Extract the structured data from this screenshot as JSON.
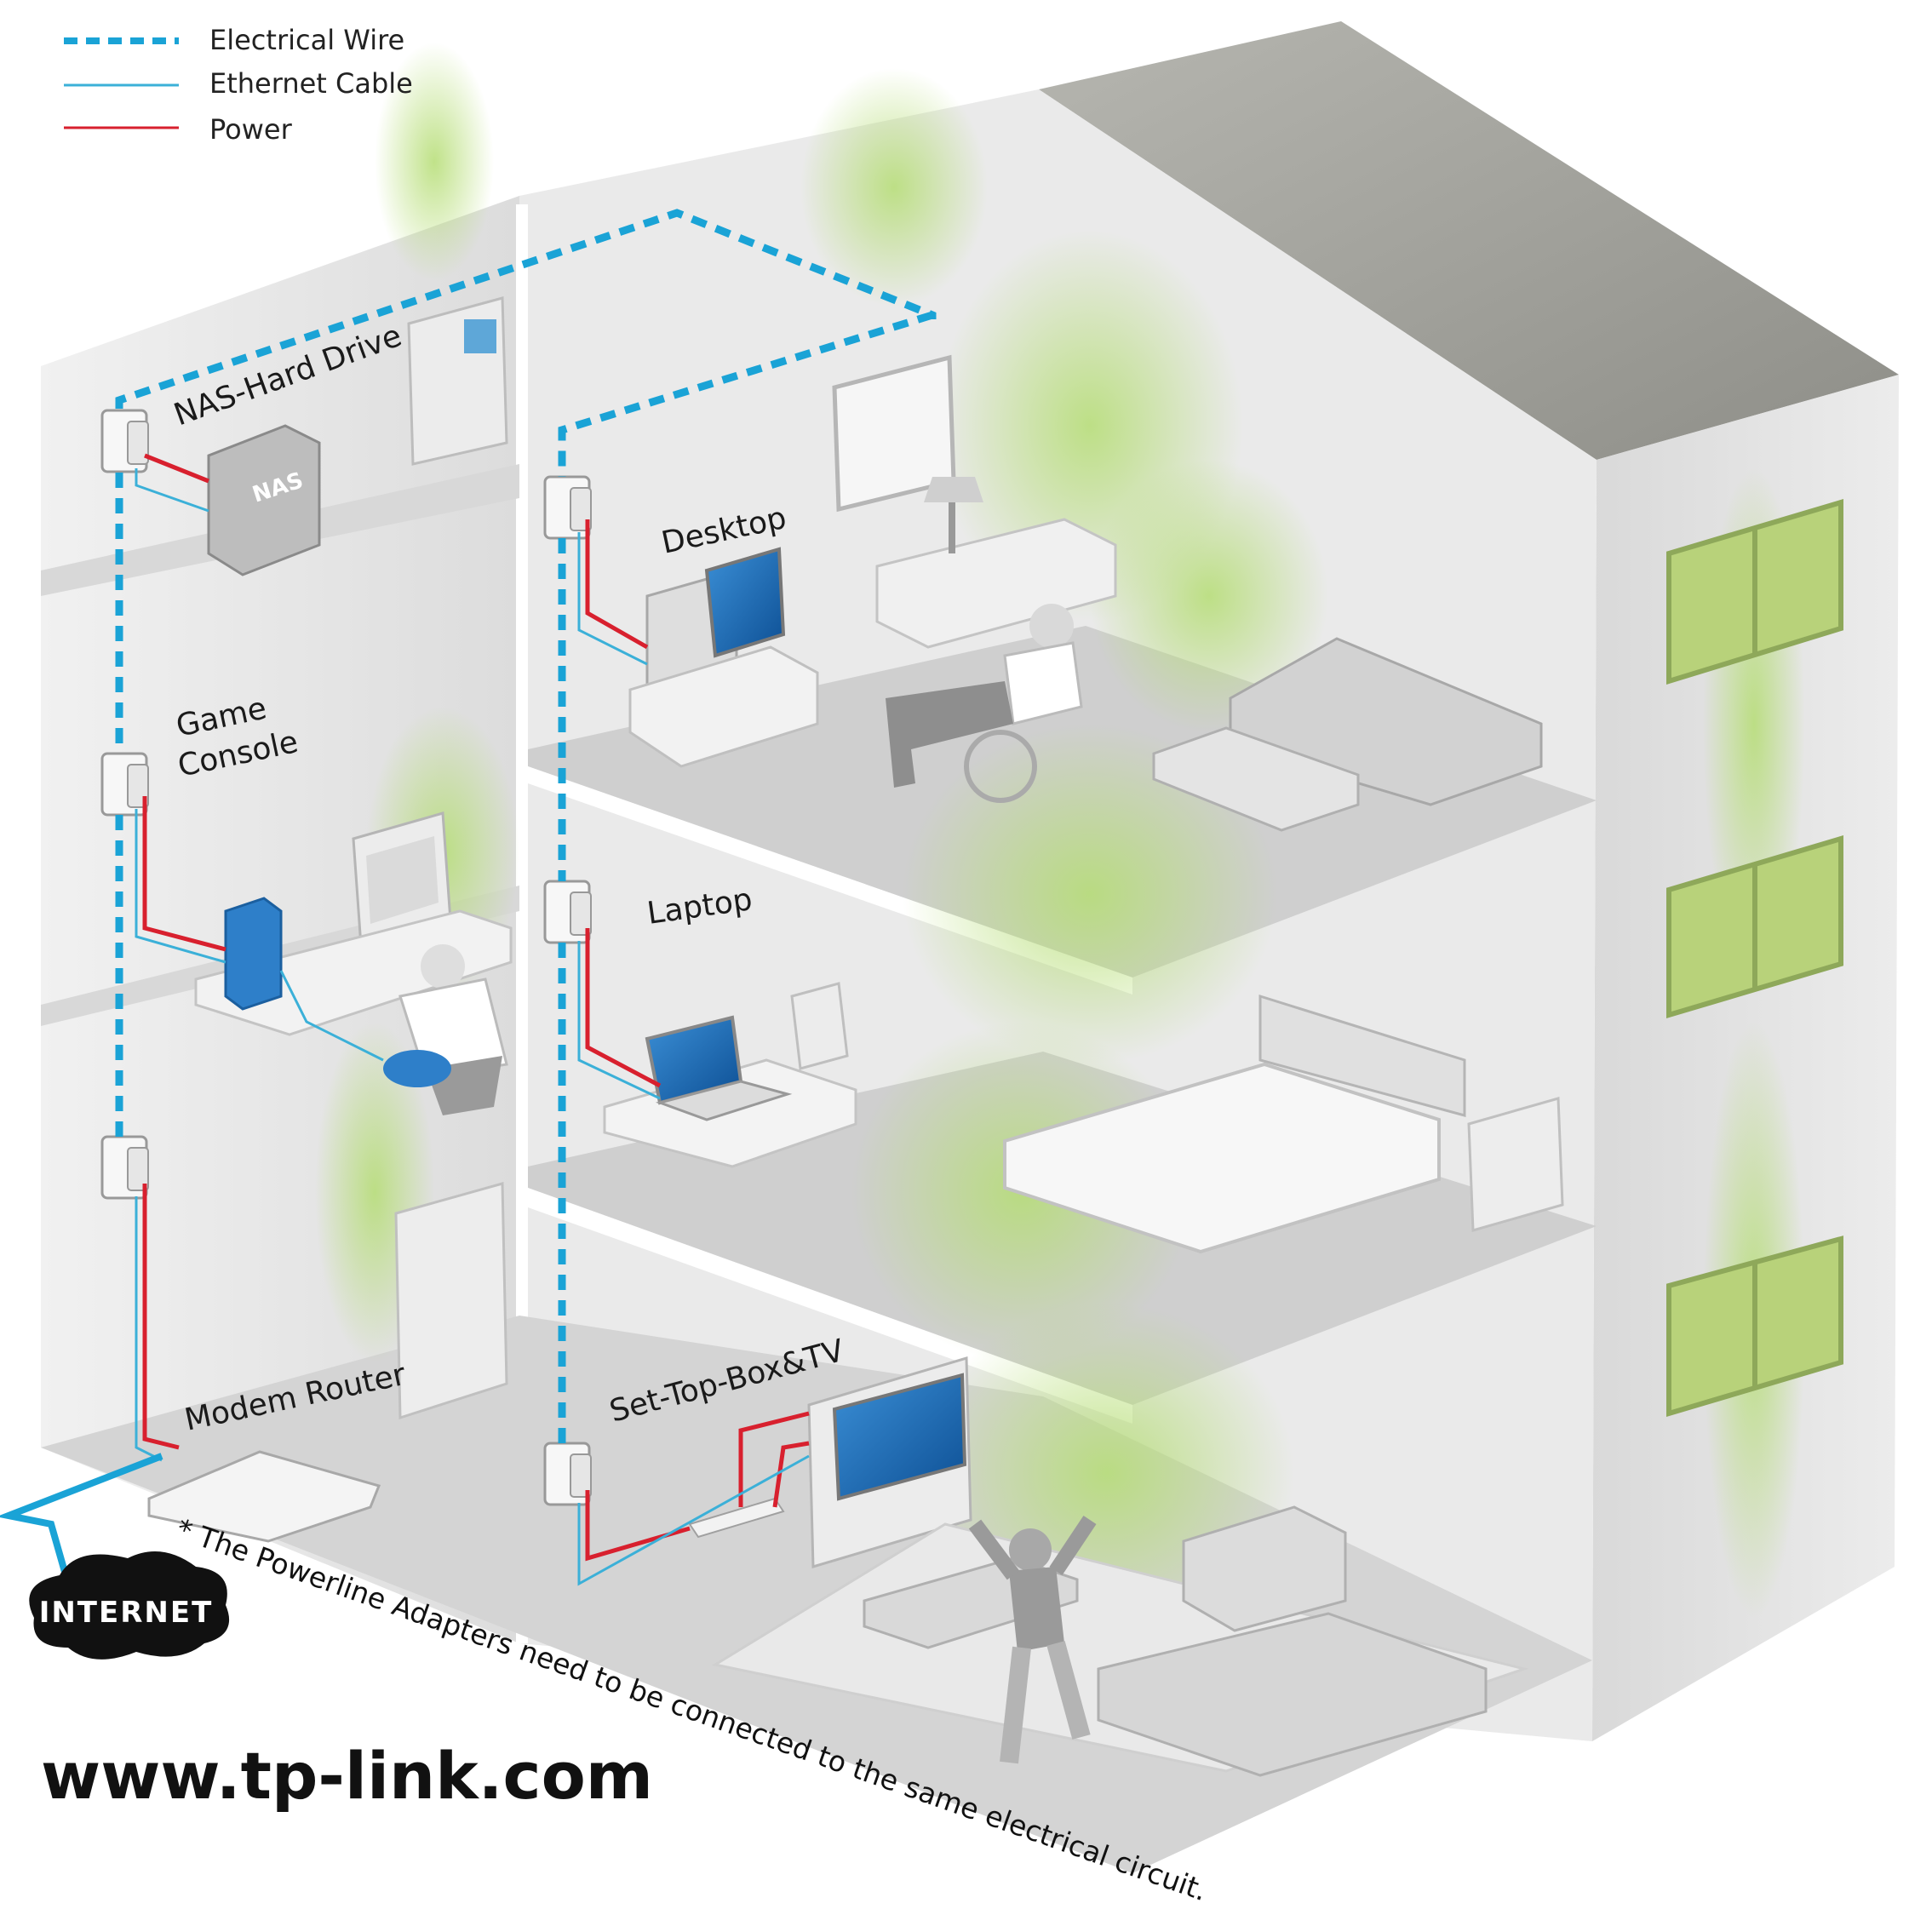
{
  "legend": {
    "items": [
      {
        "label": "Electrical Wire",
        "color": "#1aa3d6",
        "style": "dashed"
      },
      {
        "label": "Ethernet Cable",
        "color": "#3bb0d8",
        "style": "solid-thin"
      },
      {
        "label": "Power",
        "color": "#d8202e",
        "style": "solid"
      }
    ]
  },
  "rooms": {
    "nas": "NAS-Hard Drive",
    "desktop": "Desktop",
    "game_line1": "Game",
    "game_line2": "Console",
    "laptop": "Laptop",
    "router": "Modem Router",
    "stb": "Set-Top-Box&TV"
  },
  "device_labels": {
    "nas_box": "NAS"
  },
  "internet": "INTERNET",
  "note": "* The Powerline Adapters need to be connected to the same electrical circuit.",
  "website": "www.tp-link.com",
  "colors": {
    "electrical": "#1aa3d6",
    "ethernet": "#3bb0d8",
    "power": "#d8202e",
    "glow": "#b7e07a",
    "roof": "#9a9a94",
    "wall": "#e6e6e6"
  }
}
